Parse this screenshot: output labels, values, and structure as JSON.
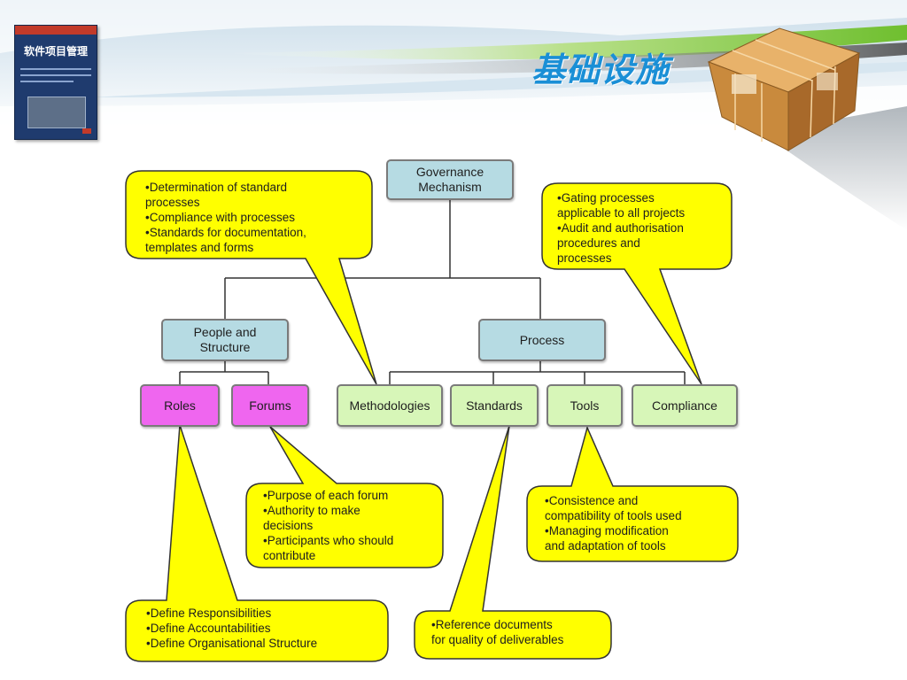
{
  "slide": {
    "title": "基础设施",
    "book": {
      "title": "软件项目管理"
    }
  },
  "nodes": {
    "governance": "Governance\nMechanism",
    "people": "People and\nStructure",
    "process": "Process",
    "roles": "Roles",
    "forums": "Forums",
    "methodologies": "Methodologies",
    "standards": "Standards",
    "tools": "Tools",
    "compliance": "Compliance"
  },
  "callouts": {
    "methodologies": "•Determination of standard\nprocesses\n•Compliance with processes\n•Standards for documentation,\ntemplates and forms",
    "compliance": "•Gating processes\napplicable to all projects\n•Audit and authorisation\nprocedures and\nprocesses",
    "forums": "•Purpose of each forum\n•Authority to make\ndecisions\n•Participants who should\ncontribute",
    "tools": "•Consistence and\ncompatibility of tools used\n•Managing modification\nand adaptation of tools",
    "roles": "•Define Responsibilities\n•Define Accountabilities\n•Define Organisational Structure",
    "standards": "•Reference documents\nfor quality of deliverables"
  },
  "colors": {
    "callout_fill": "#ffff00",
    "callout_stroke": "#333333",
    "node_blue": "#b6dbe3",
    "node_pink": "#ef66ef",
    "node_green": "#d7f6b8",
    "title": "#1a8fd6"
  }
}
